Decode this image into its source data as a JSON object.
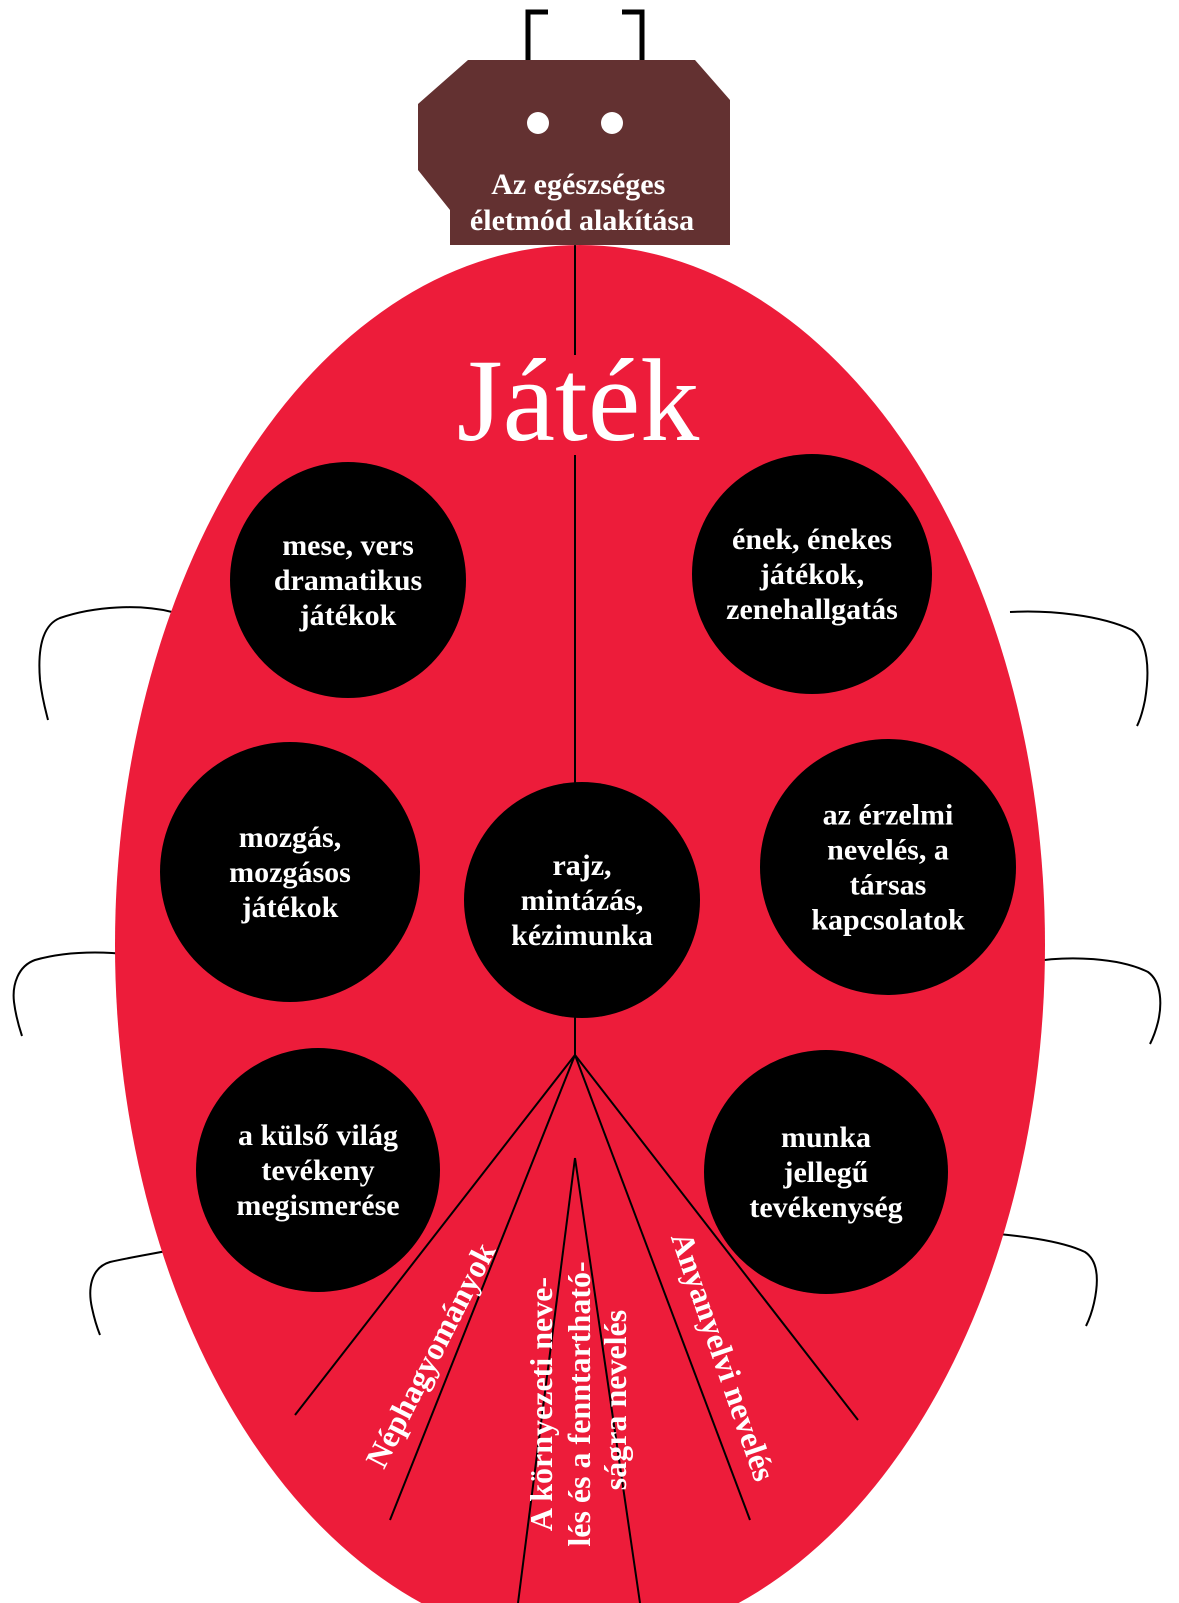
{
  "colors": {
    "body": "#ed1c3a",
    "head": "#633131",
    "spot": "#000000",
    "text": "#ffffff"
  },
  "head": {
    "lines": [
      "Az egészséges",
      "életmód alakítása"
    ]
  },
  "title": "Játék",
  "spots": [
    {
      "id": "mese",
      "lines": [
        "mese, vers",
        "dramatikus",
        "játékok"
      ]
    },
    {
      "id": "enek",
      "lines": [
        "ének, énekes",
        "játékok,",
        "zenehallgatás"
      ]
    },
    {
      "id": "mozgas",
      "lines": [
        "mozgás,",
        "mozgásos",
        "játékok"
      ]
    },
    {
      "id": "rajz",
      "lines": [
        "rajz,",
        "mintázás,",
        "kézimunka"
      ]
    },
    {
      "id": "erzelmi",
      "lines": [
        "az érzelmi",
        "nevelés, a",
        "társas",
        "kapcsolatok"
      ]
    },
    {
      "id": "kulso",
      "lines": [
        "a külső világ",
        "tevékeny",
        "megismerése"
      ]
    },
    {
      "id": "munka",
      "lines": [
        "munka",
        "jellegű",
        "tevékenység"
      ]
    }
  ],
  "fan": [
    {
      "id": "nephagyomany",
      "lines": [
        "Néphagyományok"
      ]
    },
    {
      "id": "kornyezeti",
      "lines": [
        "A környezeti neve-",
        "lés és a fenntartható-",
        "ságra nevelés"
      ]
    },
    {
      "id": "anyanyelvi",
      "lines": [
        "Anyanyelvi nevelés"
      ]
    }
  ]
}
